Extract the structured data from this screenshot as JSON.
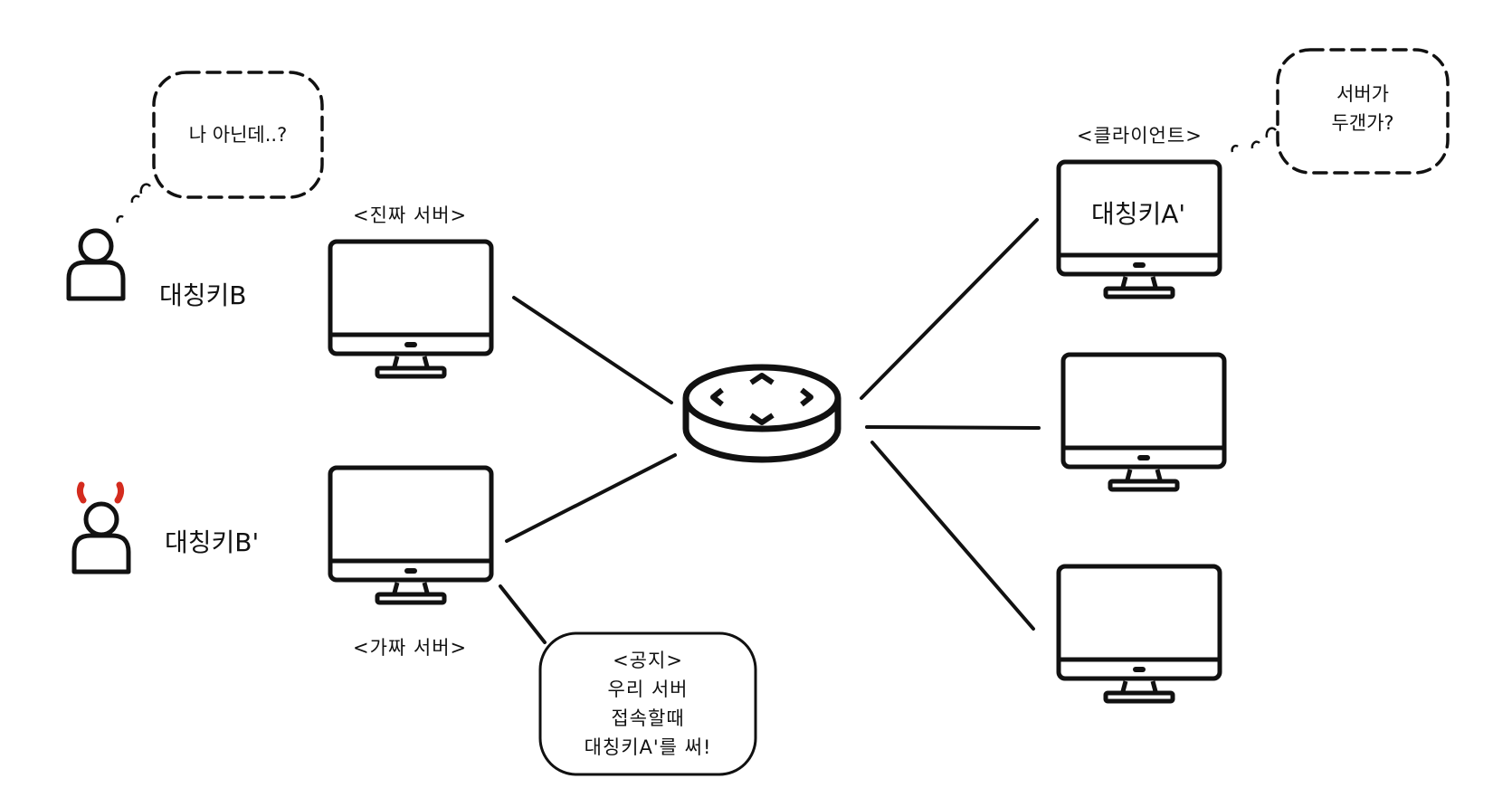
{
  "real_server": {
    "label": "<진짜 서버>"
  },
  "fake_server": {
    "label": "<가짜 서버>"
  },
  "client": {
    "label": "<클라이언트>",
    "screen_text": "대칭키A'"
  },
  "user": {
    "key_label": "대칭키B",
    "thought": "나 아닌데..?"
  },
  "attacker": {
    "key_label": "대칭키B'",
    "horn_color": "#d42b1e"
  },
  "client_thought": {
    "line1": "서버가",
    "line2": "두갠가?"
  },
  "notice": {
    "title": "<공지>",
    "line1": "우리 서버",
    "line2": "접속할때",
    "line3": "대칭키A'를 써!"
  },
  "colors": {
    "stroke": "#111111",
    "accent": "#d42b1e"
  }
}
